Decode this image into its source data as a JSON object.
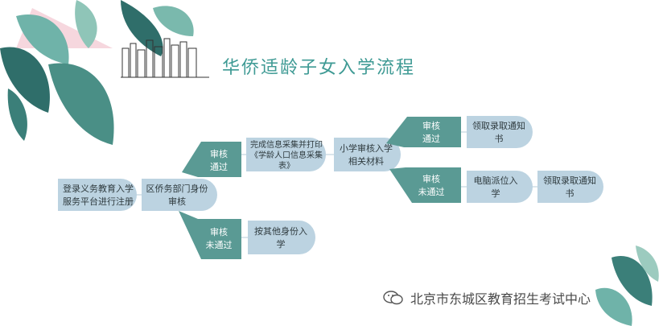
{
  "title": "华侨适龄子女入学流程",
  "footer": {
    "text": "北京市东城区教育招生考试中心",
    "icon": "wechat-icon"
  },
  "colors": {
    "teal": "#5a9a94",
    "light": "#bcd3e1",
    "title": "#3e9a94",
    "line": "#b7c9d4"
  },
  "flow": {
    "start": "登录义务教育入学服务平台进行注册",
    "district": "区侨务部门身份审核",
    "pass1": {
      "top": "审核",
      "bottom": "通过"
    },
    "collect": "完成信息采集并打印《学龄人口信息采集表》",
    "school": "小学审核入学相关材料",
    "pass2": {
      "top": "审核",
      "bottom": "通过"
    },
    "notice1": "领取录取通知书",
    "fail2": {
      "top": "审核",
      "bottom": "未通过"
    },
    "computer": "电脑派位入学",
    "notice2": "领取录取通知书",
    "fail1": {
      "top": "审核",
      "bottom": "未通过"
    },
    "other": "按其他身份入学"
  }
}
